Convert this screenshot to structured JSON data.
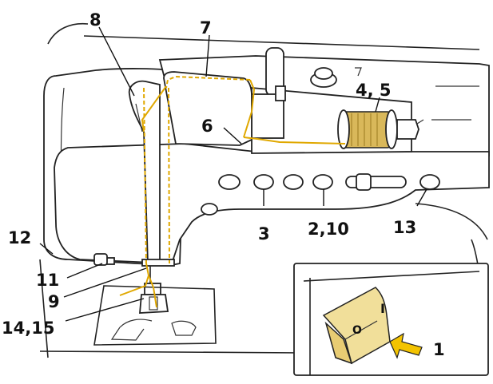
{
  "labels": {
    "l1": "1",
    "l3": "3",
    "l2_10": "2,10",
    "l4_5": "4, 5",
    "l6": "6",
    "l7": "7",
    "l8": "8",
    "l9": "9",
    "l11": "11",
    "l12": "12",
    "l13": "13",
    "l14_15": "14,15",
    "switch_mark": "I",
    "switch_off_mark": "O"
  },
  "colors": {
    "thread": "#e0a800",
    "spool": "#d9b85a",
    "switch_top": "#f1df9a",
    "switch_side": "#e8cc73",
    "arrow": "#f3c300"
  }
}
